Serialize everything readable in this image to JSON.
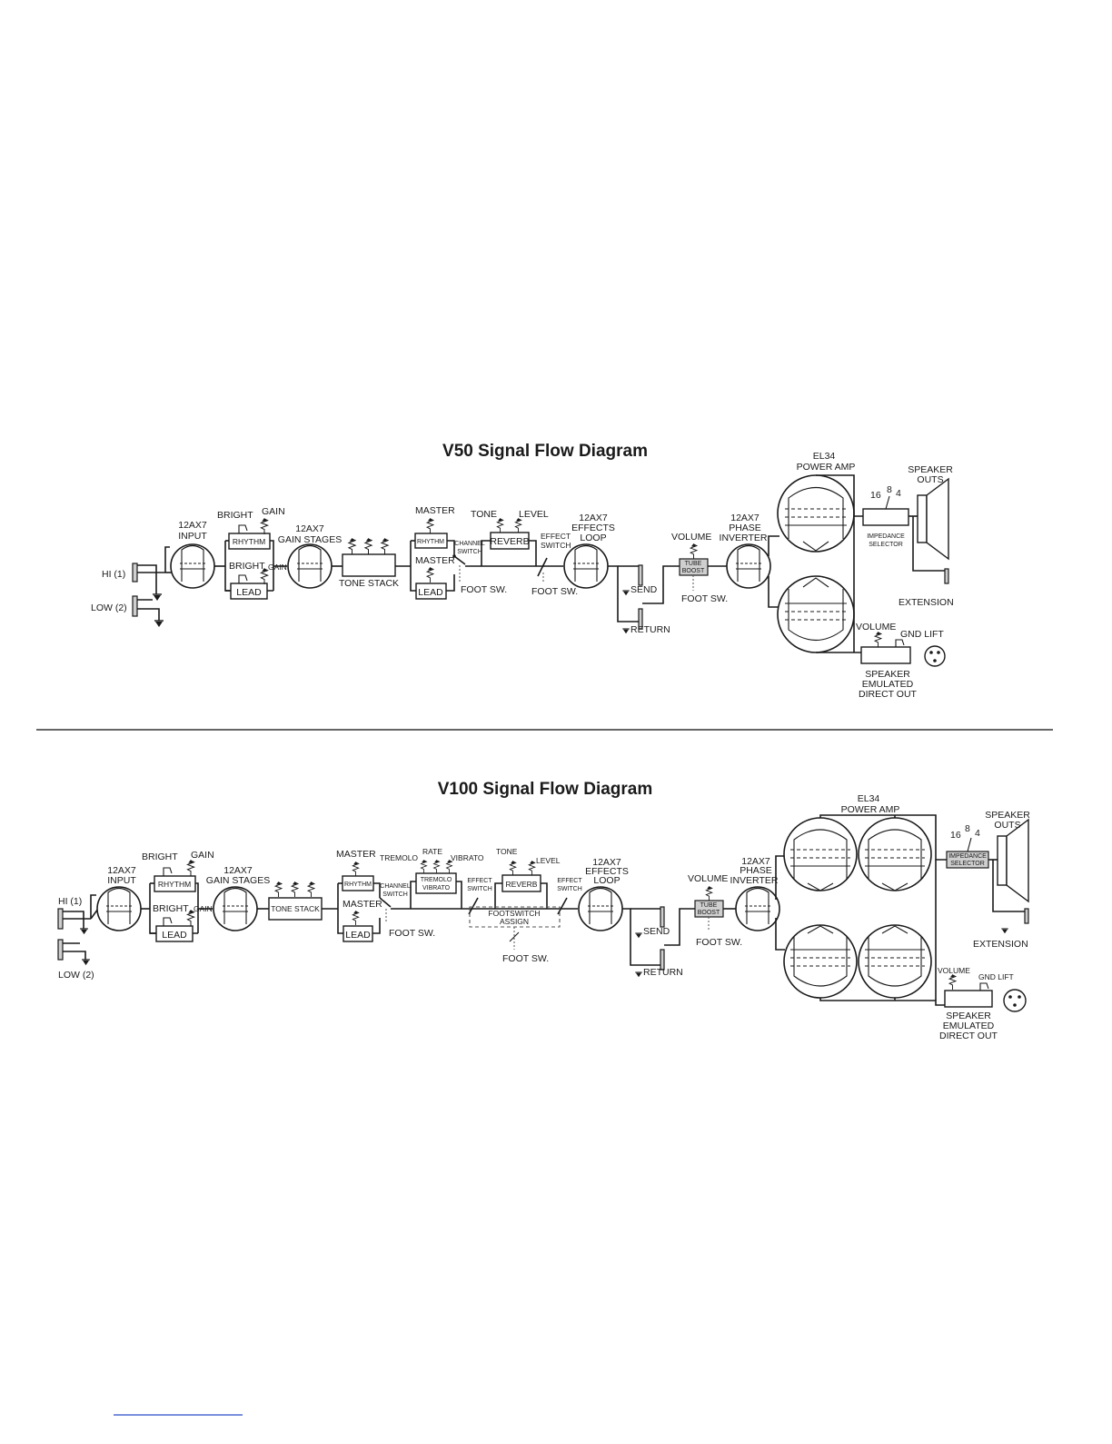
{
  "v50": {
    "title": "V50 Signal Flow Diagram",
    "labels": {
      "hi": "HI (1)",
      "low": "LOW (2)",
      "input_1": "12AX7",
      "input_2": "INPUT",
      "bright_top": "BRIGHT",
      "gain_top": "GAIN",
      "rhythm": "RHYTHM",
      "bright_bot": "BRIGHT",
      "gain_bot": "GAIN",
      "lead": "LEAD",
      "gain_stages_1": "12AX7",
      "gain_stages_2": "GAIN STAGES",
      "tone_stack": "TONE STACK",
      "master_top": "MASTER",
      "master_rhythm": "RHYTHM",
      "master_bot": "MASTER",
      "master_lead": "LEAD",
      "channel_switch_1": "CHANNEL",
      "channel_switch_2": "SWITCH",
      "foot_sw_1": "FOOT SW.",
      "tone": "TONE",
      "level": "LEVEL",
      "reverb": "REVERB",
      "effect_switch_1": "EFFECT",
      "effect_switch_2": "SWITCH",
      "foot_sw_2": "FOOT SW.",
      "loop_1": "12AX7",
      "loop_2": "EFFECTS",
      "loop_3": "LOOP",
      "send": "SEND",
      "return": "RETURN",
      "volume": "VOLUME",
      "tube_boost_1": "TUBE",
      "tube_boost_2": "BOOST",
      "foot_sw_3": "FOOT SW.",
      "pi_1": "12AX7",
      "pi_2": "PHASE",
      "pi_3": "INVERTER",
      "power_1": "EL34",
      "power_2": "POWER AMP",
      "imp_16": "16",
      "imp_8": "8",
      "imp_4": "4",
      "imp_1": "IMPEDANCE",
      "imp_2": "SELECTOR",
      "speaker_1": "SPEAKER",
      "speaker_2": "OUTS",
      "extension": "EXTENSION",
      "do_volume": "VOLUME",
      "gnd_lift": "GND LIFT",
      "do_1": "SPEAKER",
      "do_2": "EMULATED",
      "do_3": "DIRECT OUT"
    }
  },
  "v100": {
    "title": "V100 Signal Flow Diagram",
    "labels": {
      "hi": "HI (1)",
      "low": "LOW (2)",
      "input_1": "12AX7",
      "input_2": "INPUT",
      "bright_top": "BRIGHT",
      "gain_top": "GAIN",
      "rhythm": "RHYTHM",
      "bright_bot": "BRIGHT",
      "gain_bot": "GAIN",
      "lead": "LEAD",
      "gain_stages_1": "12AX7",
      "gain_stages_2": "GAIN STAGES",
      "tone_stack": "TONE STACK",
      "master_top": "MASTER",
      "master_rhythm": "RHYTHM",
      "master_bot": "MASTER",
      "master_lead": "LEAD",
      "channel_switch_1": "CHANNEL",
      "channel_switch_2": "SWITCH",
      "foot_sw_1": "FOOT SW.",
      "tremolo": "TREMOLO",
      "rate": "RATE",
      "vibrato": "VIBRATO",
      "trem_box_1": "TREMOLO",
      "trem_box_2": "VIBRATO",
      "effect_switch_a_1": "EFFECT",
      "effect_switch_a_2": "SWITCH",
      "tone": "TONE",
      "level": "LEVEL",
      "reverb": "REVERB",
      "effect_switch_b_1": "EFFECT",
      "effect_switch_b_2": "SWITCH",
      "footswitch_assign_1": "FOOTSWITCH",
      "footswitch_assign_2": "ASSIGN",
      "foot_sw_2": "FOOT SW.",
      "loop_1": "12AX7",
      "loop_2": "EFFECTS",
      "loop_3": "LOOP",
      "send": "SEND",
      "return": "RETURN",
      "volume": "VOLUME",
      "tube_boost_1": "TUBE",
      "tube_boost_2": "BOOST",
      "foot_sw_3": "FOOT SW.",
      "pi_1": "12AX7",
      "pi_2": "PHASE",
      "pi_3": "INVERTER",
      "power_1": "EL34",
      "power_2": "POWER AMP",
      "imp_16": "16",
      "imp_8": "8",
      "imp_4": "4",
      "imp_1": "IMPEDANCE",
      "imp_2": "SELECTOR",
      "speaker_1": "SPEAKER",
      "speaker_2": "OUTS",
      "extension": "EXTENSION",
      "do_volume": "VOLUME",
      "gnd_lift": "GND LIFT",
      "do_1": "SPEAKER",
      "do_2": "EMULATED",
      "do_3": "DIRECT OUT"
    }
  }
}
